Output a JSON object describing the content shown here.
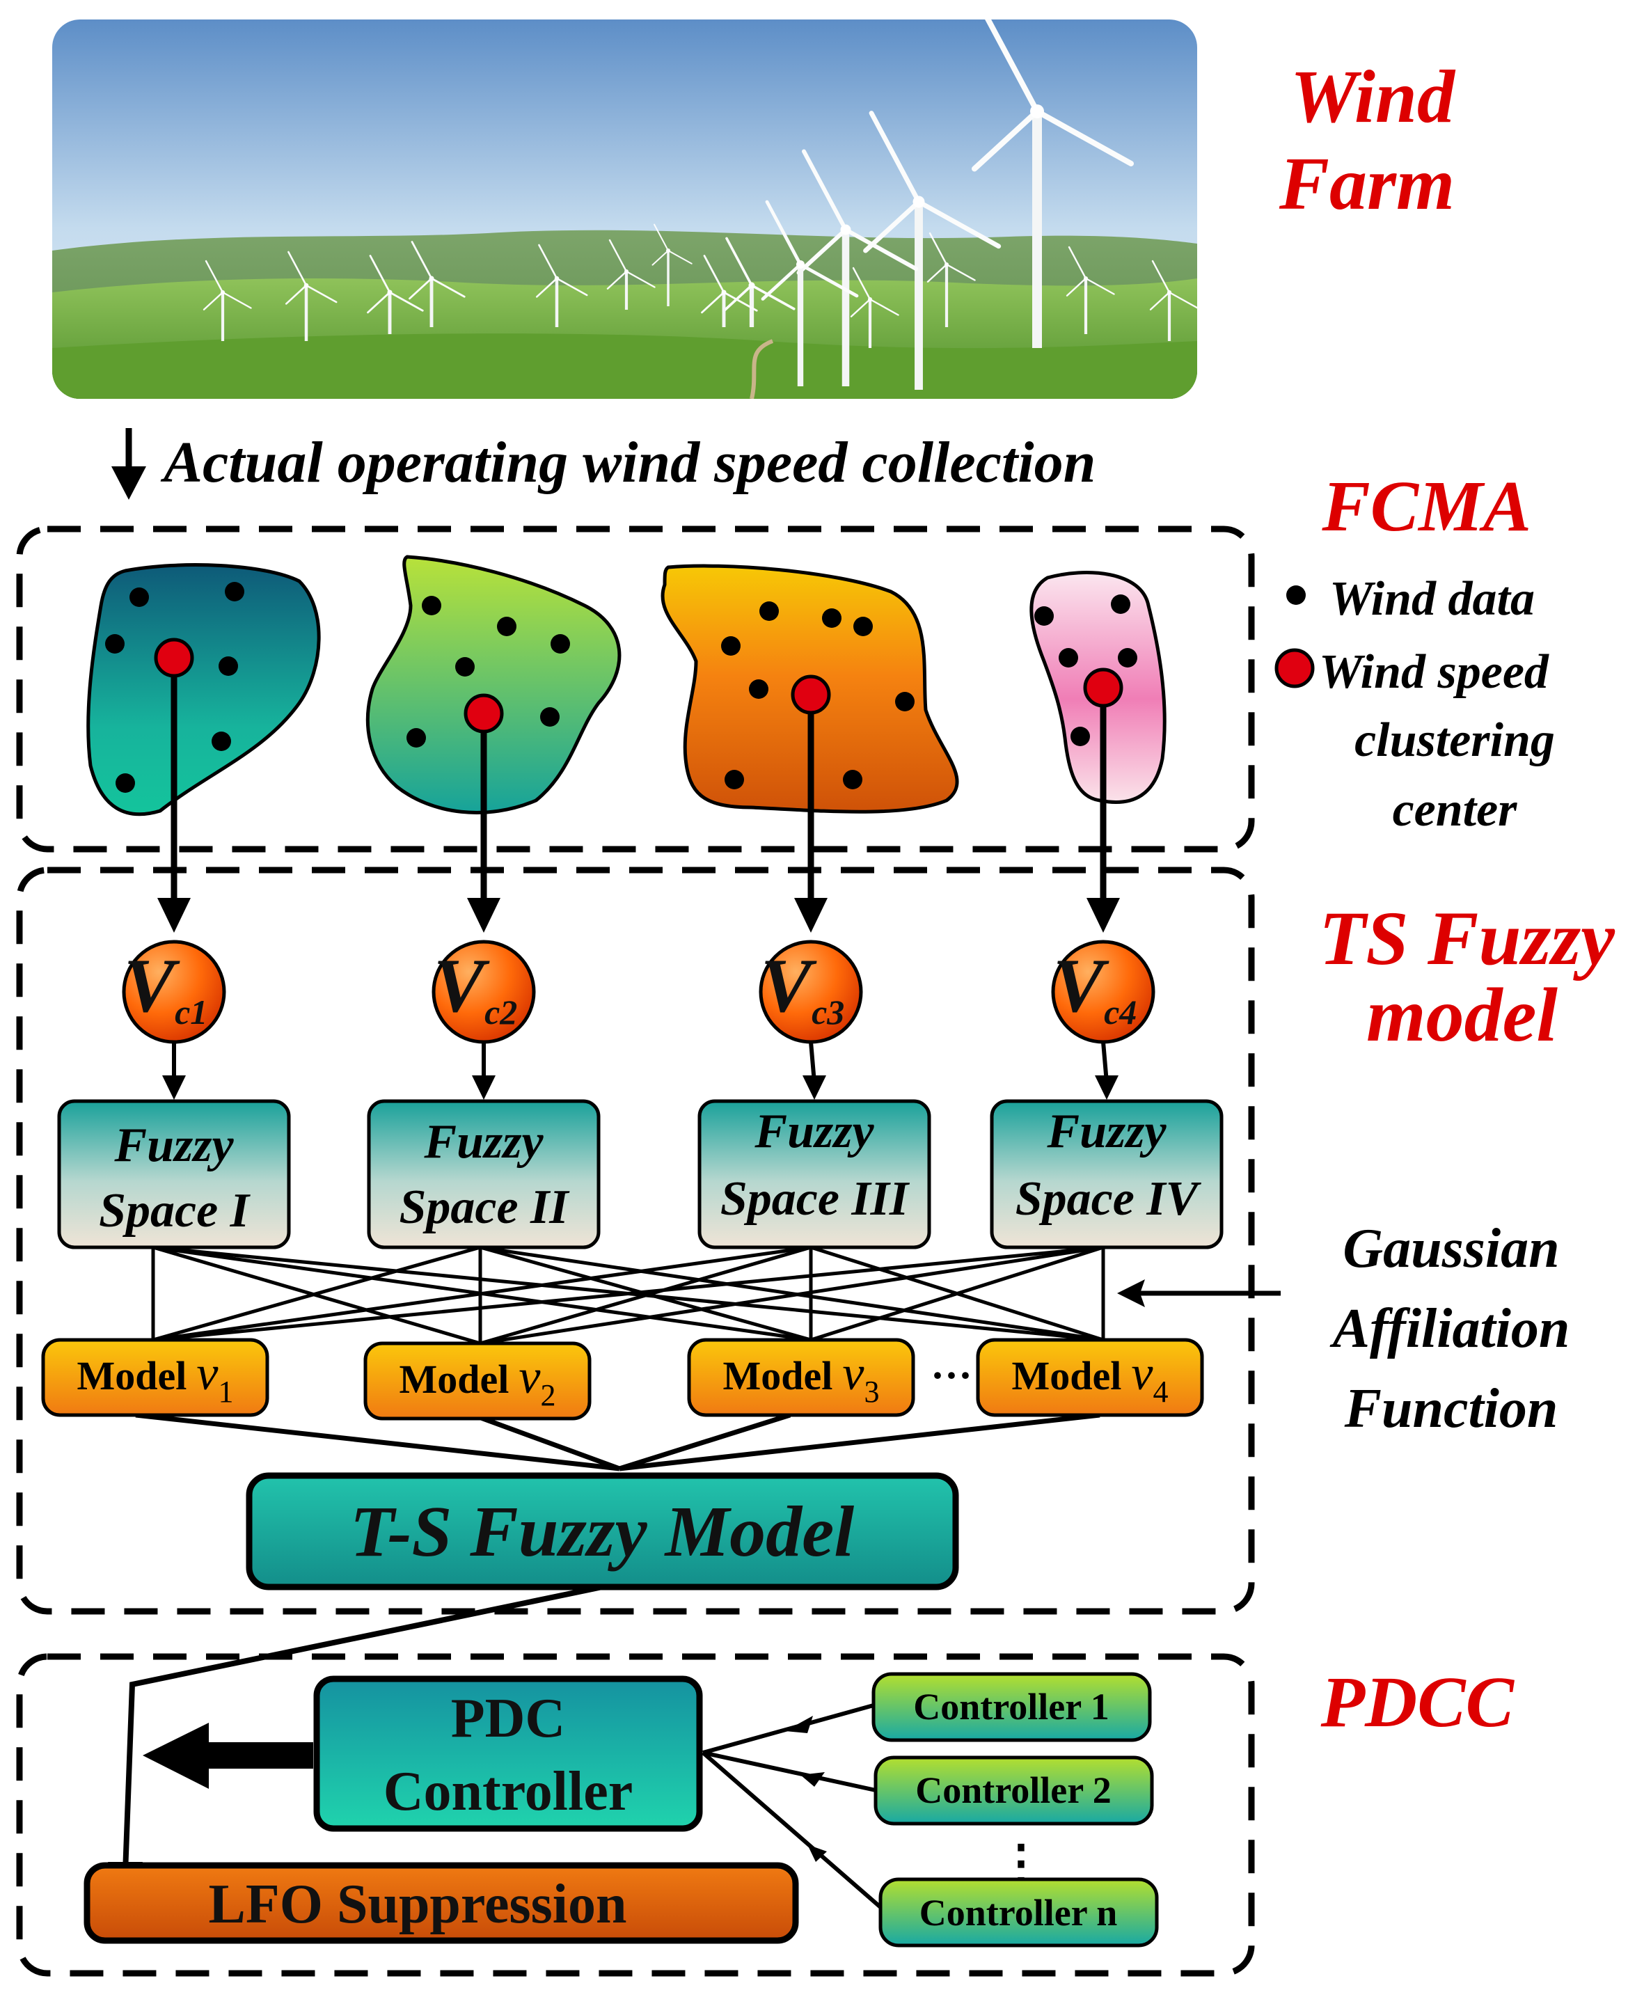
{
  "section_labels": {
    "wind_farm_line1": "Wind",
    "wind_farm_line2": "Farm",
    "fcma": "FCMA",
    "ts_line1": "TS Fuzzy",
    "ts_line2": "model",
    "pdcc": "PDCC"
  },
  "collection_label": "Actual operating wind speed collection",
  "legend": {
    "wind_data": "Wind data",
    "center_line1": "Wind speed",
    "center_line2": "clustering",
    "center_line3": "center"
  },
  "centers": [
    {
      "main": "V",
      "sub": "c1"
    },
    {
      "main": "V",
      "sub": "c2"
    },
    {
      "main": "V",
      "sub": "c3"
    },
    {
      "main": "V",
      "sub": "c4"
    }
  ],
  "fuzzy_spaces": [
    {
      "line1": "Fuzzy",
      "line2": "Space I"
    },
    {
      "line1": "Fuzzy",
      "line2": "Space II"
    },
    {
      "line1": "Fuzzy",
      "line2": "Space III"
    },
    {
      "line1": "Fuzzy",
      "line2": "Space IV"
    }
  ],
  "models": [
    {
      "label": "Model",
      "var": "v",
      "sub": "1"
    },
    {
      "label": "Model",
      "var": "v",
      "sub": "2"
    },
    {
      "label": "Model",
      "var": "v",
      "sub": "3"
    },
    {
      "label": "Model",
      "var": "v",
      "sub": "4"
    }
  ],
  "model_ellipsis": "···",
  "gaussian": {
    "line1": "Gaussian",
    "line2": "Affiliation",
    "line3": "Function"
  },
  "ts_model": "T-S Fuzzy Model",
  "pdc": {
    "line1": "PDC",
    "line2": "Controller"
  },
  "controllers": [
    "Controller 1",
    "Controller 2",
    "Controller n"
  ],
  "controller_ellipsis": "⋮",
  "lfo": "LFO Suppression",
  "colors": {
    "label_red": "#dd0000",
    "teal": "#1aa69a",
    "orange": "#f07a10",
    "green": "#a6d630",
    "pink": "#f08cbc"
  }
}
